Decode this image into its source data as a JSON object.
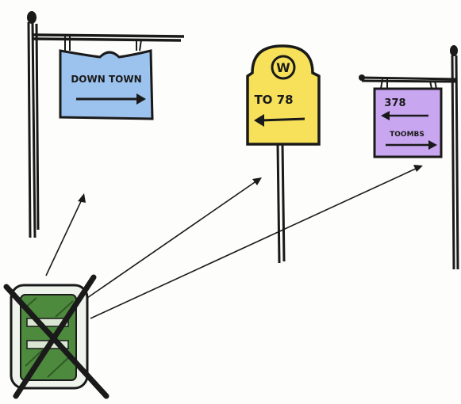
{
  "signs": {
    "downtown": {
      "text": "DOWN TOWN",
      "arrow": "right",
      "color": "#9cc3ee"
    },
    "highway": {
      "emblem": "W",
      "text": "TO 78",
      "arrow": "left",
      "color": "#f7e15a"
    },
    "route": {
      "line1": "378",
      "line1_arrow": "left",
      "line2": "TOOMBS",
      "line2_arrow": "right",
      "color": "#c8a6f0"
    }
  },
  "mobile_device": {
    "crossed_out": true,
    "color": "#4e8a3e"
  },
  "colors": {
    "ink": "#1a1a1a",
    "paper": "#fdfdfb"
  }
}
